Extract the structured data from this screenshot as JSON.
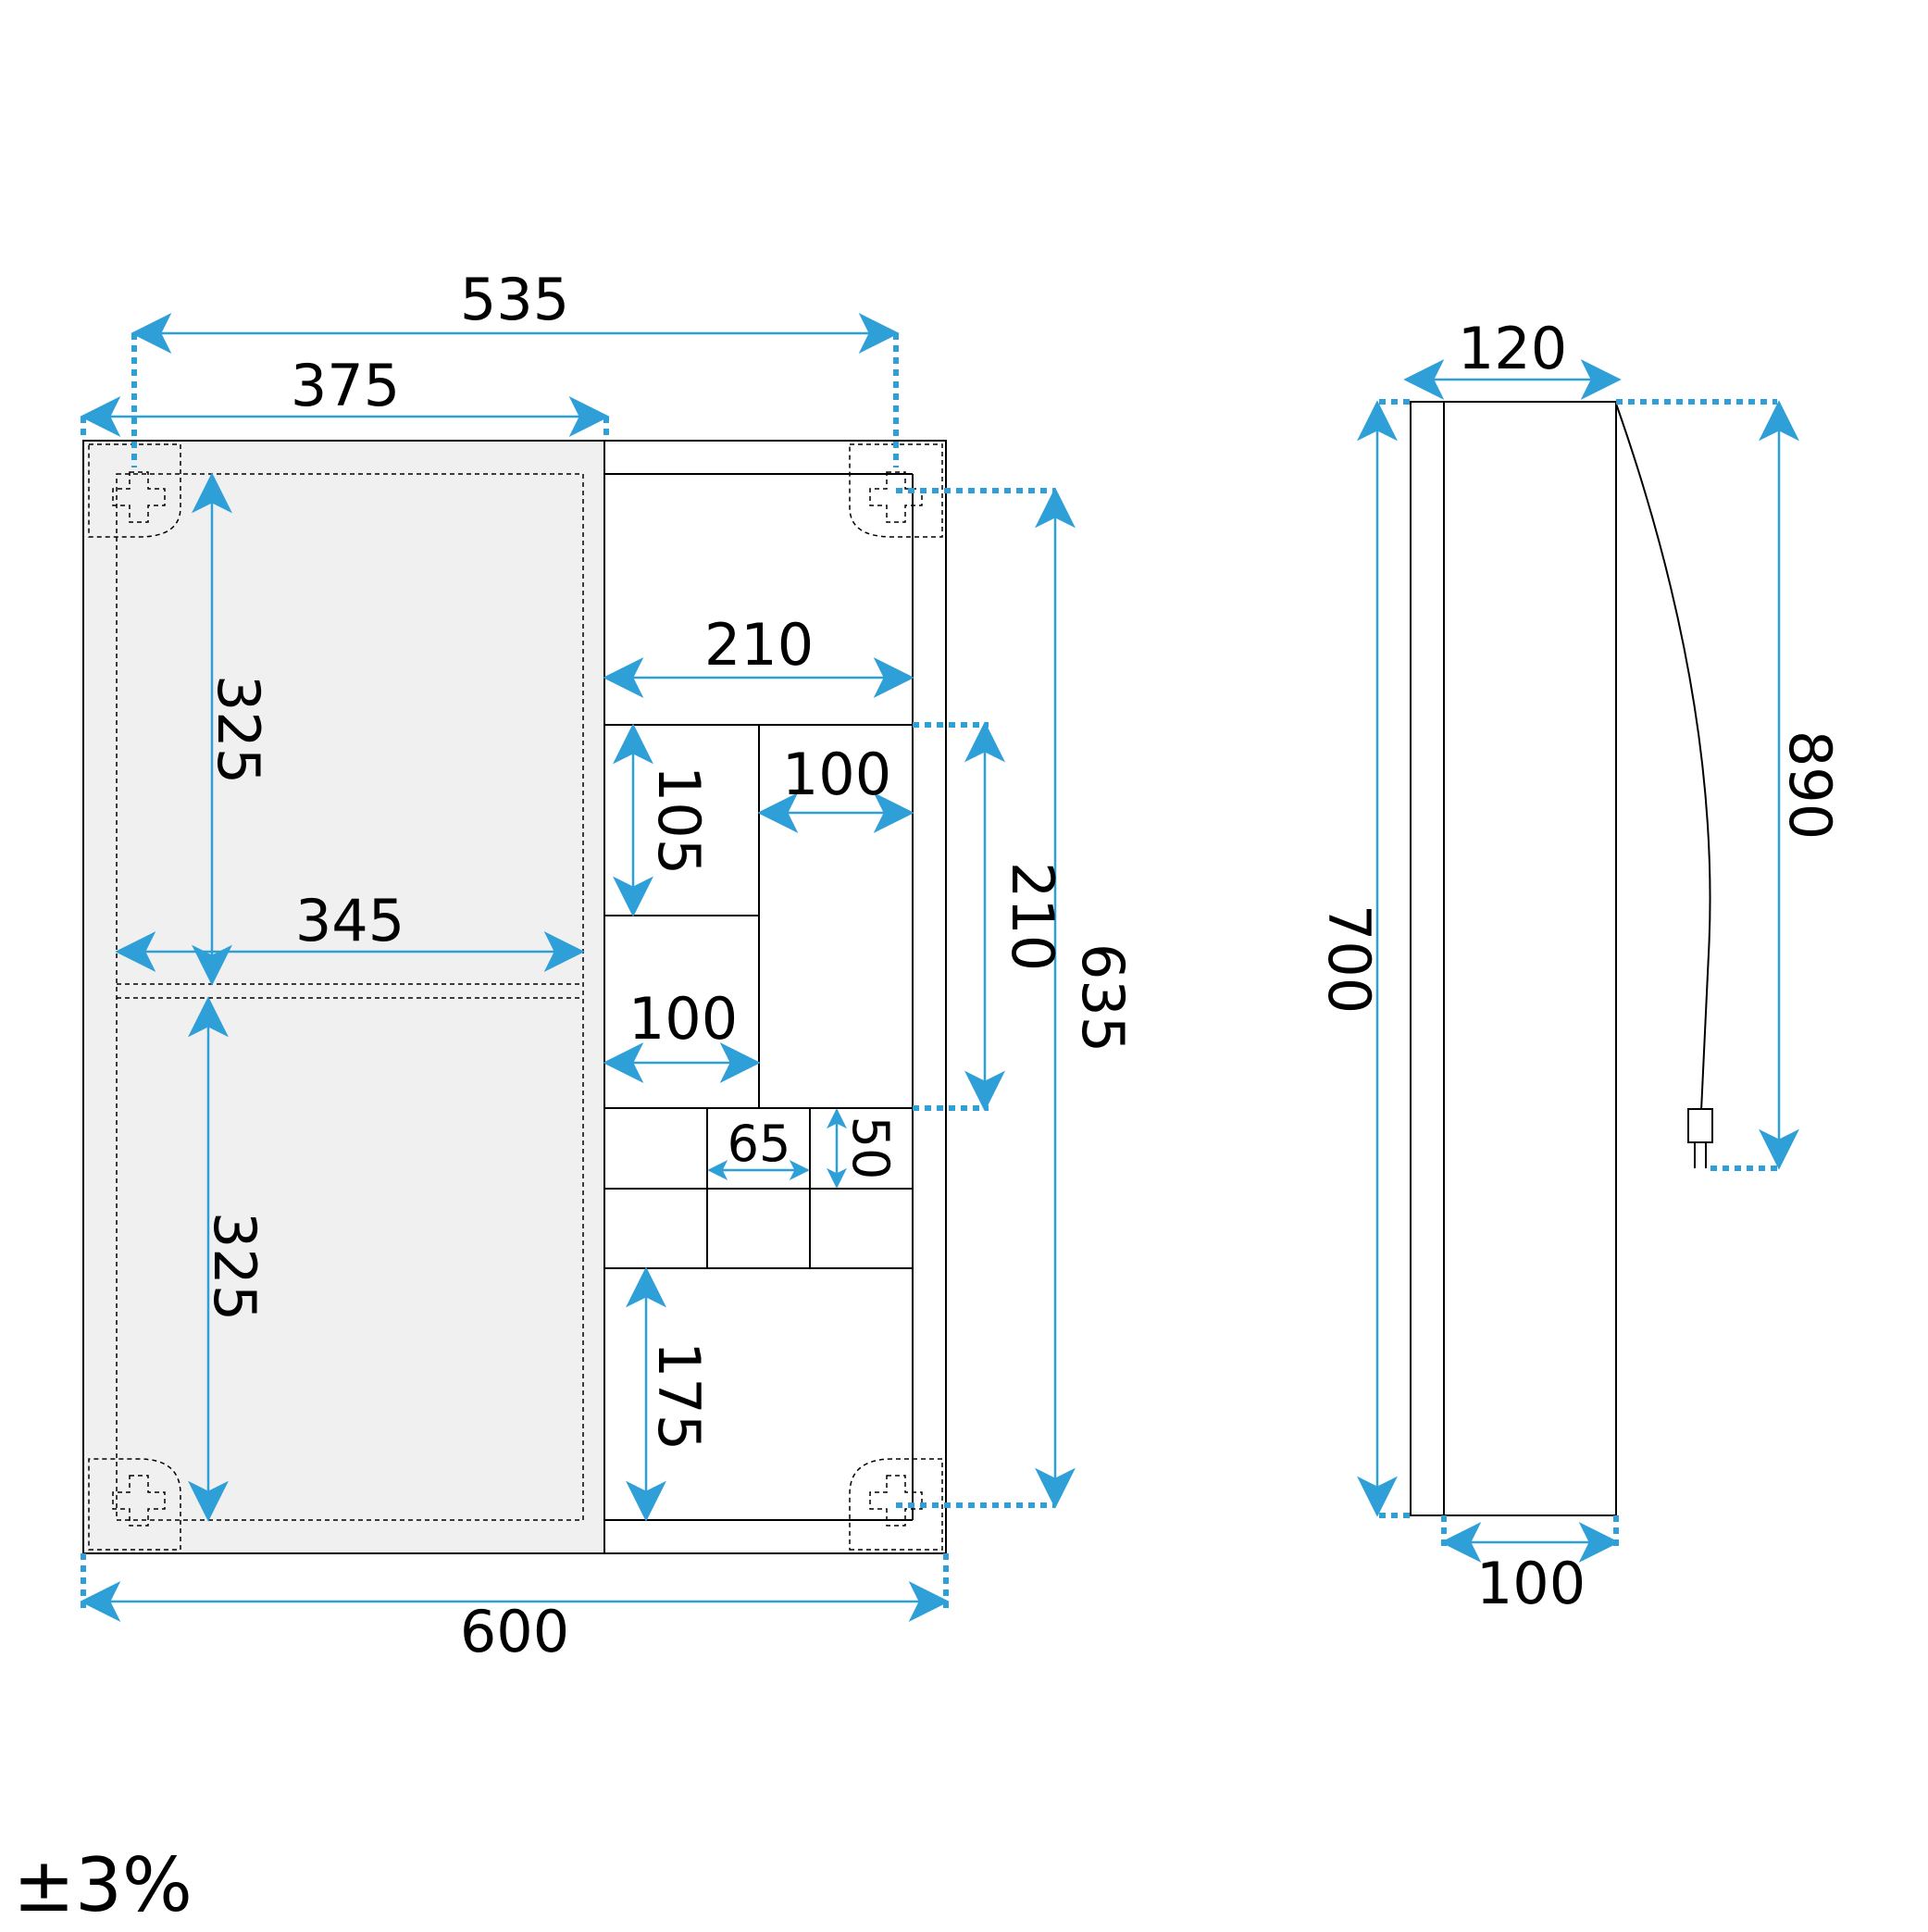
{
  "front_view": {
    "dim_535": "535",
    "dim_375": "375",
    "dim_210_top": "210",
    "dim_100_upper": "100",
    "dim_105": "105",
    "dim_210_side": "210",
    "dim_635": "635",
    "dim_325_top": "325",
    "dim_345": "345",
    "dim_100_lower": "100",
    "dim_65": "65",
    "dim_50": "50",
    "dim_325_bottom": "325",
    "dim_175": "175",
    "dim_600": "600"
  },
  "side_view": {
    "dim_120": "120",
    "dim_700": "700",
    "dim_890": "890",
    "dim_100": "100"
  },
  "tolerance": "±3%",
  "colors": {
    "dimension": "#2f9fd8",
    "mirror_fill": "#f0f0f0",
    "outline": "#000000"
  }
}
